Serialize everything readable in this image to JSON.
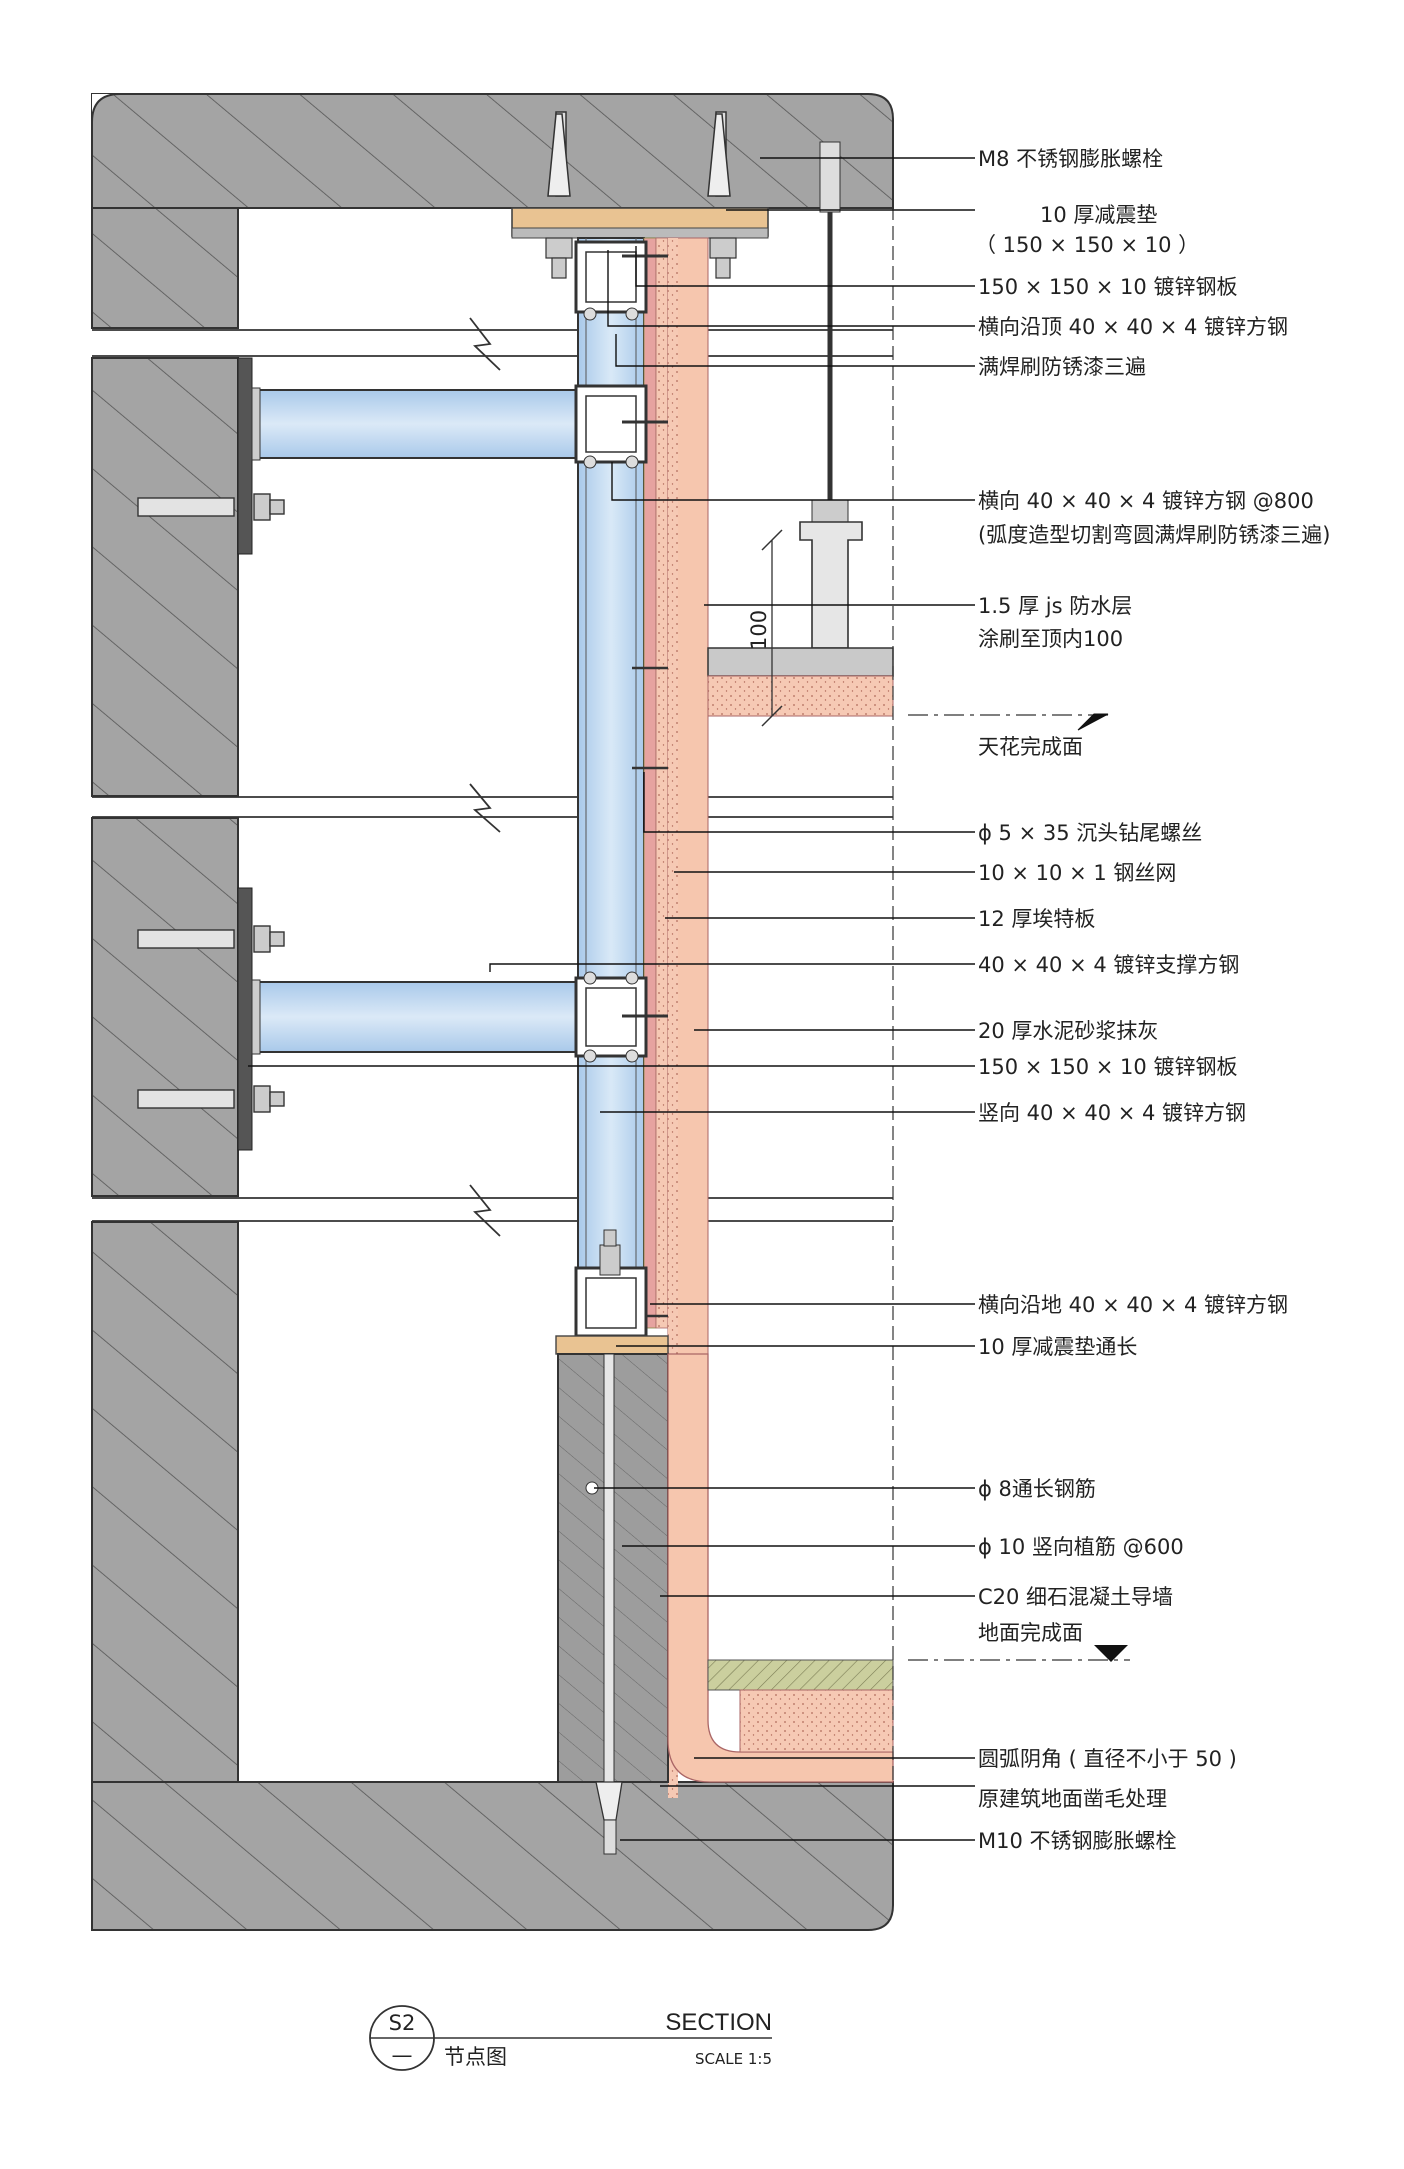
{
  "labels": [
    {
      "id": "m8-bolt",
      "text": "M8 不锈钢膨胀螺栓"
    },
    {
      "id": "pad-10",
      "text": "10 厚减震垫"
    },
    {
      "id": "pad-size",
      "text": "（ 150 × 150 × 10 ）"
    },
    {
      "id": "plate-top",
      "text": "150 × 150 × 10 镀锌钢板"
    },
    {
      "id": "top-tube",
      "text": "横向沿顶 40 × 40 × 4 镀锌方钢"
    },
    {
      "id": "weld-top",
      "text": "满焊刷防锈漆三遍"
    },
    {
      "id": "h-tube",
      "text": "横向 40 × 40 × 4 镀锌方钢 @800"
    },
    {
      "id": "h-tube-note",
      "text": "(弧度造型切割弯圆满焊刷防锈漆三遍)"
    },
    {
      "id": "js-layer",
      "text": "1.5 厚 js 防水层"
    },
    {
      "id": "js-note",
      "text": "涂刷至顶内100"
    },
    {
      "id": "ceiling",
      "text": "天花完成面"
    },
    {
      "id": "screw",
      "text": "ϕ  5 × 35 沉头钻尾螺丝"
    },
    {
      "id": "mesh",
      "text": "10 × 10 × 1 钢丝网"
    },
    {
      "id": "board",
      "text": "12 厚埃特板"
    },
    {
      "id": "brace",
      "text": "40 × 40 × 4 镀锌支撑方钢"
    },
    {
      "id": "plaster",
      "text": "20 厚水泥砂浆抹灰"
    },
    {
      "id": "plate-mid",
      "text": "150 × 150 × 10 镀锌钢板"
    },
    {
      "id": "v-tube",
      "text": "竖向 40 × 40 × 4 镀锌方钢"
    },
    {
      "id": "floor-tube",
      "text": "横向沿地 40 × 40 × 4 镀锌方钢"
    },
    {
      "id": "pad-long",
      "text": "10 厚减震垫通长"
    },
    {
      "id": "rebar-8",
      "text": "ϕ  8通长钢筋"
    },
    {
      "id": "rebar-10",
      "text": "ϕ  10 竖向植筋 @600"
    },
    {
      "id": "c20",
      "text": "C20 细石混凝土导墙"
    },
    {
      "id": "floor",
      "text": "地面完成面"
    },
    {
      "id": "cove",
      "text": "圆弧阴角 ( 直径不小于 50 )"
    },
    {
      "id": "chisel",
      "text": "原建筑地面凿毛处理"
    },
    {
      "id": "m10-bolt",
      "text": "M10 不锈钢膨胀螺栓"
    }
  ],
  "dimension": "100",
  "title_block": {
    "code": "S2",
    "dash": "—",
    "name": "节点图",
    "title": "SECTION",
    "scale": "SCALE 1:5"
  },
  "colors": {
    "concrete": "#a3a3a3",
    "steel": "#bcd6ee",
    "plaster": "#f6c6ae",
    "pad": "#e9c392",
    "mesh": "#e8a0a0"
  }
}
